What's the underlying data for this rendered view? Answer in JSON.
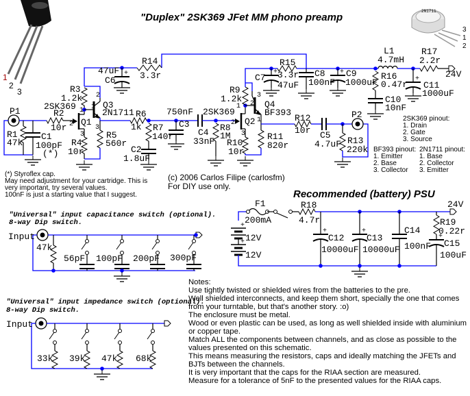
{
  "title": "\"Duplex\" 2SK369 JFet MM phono preamp",
  "wire_color": "#0000ff",
  "parts": {
    "P1": {
      "ref": "P1"
    },
    "P2": {
      "ref": "P2"
    },
    "R1": {
      "ref": "R1",
      "value": "47k"
    },
    "R2": {
      "ref": "R2",
      "value": "10r"
    },
    "R3": {
      "ref": "R3",
      "value": "1.2k"
    },
    "R4": {
      "ref": "R4",
      "value": "10r"
    },
    "R5": {
      "ref": "R5",
      "value": "560r"
    },
    "R6": {
      "ref": "R6",
      "value": "1k"
    },
    "R7": {
      "ref": "R7",
      "value": "140r"
    },
    "R8": {
      "ref": "R8",
      "value": "1M"
    },
    "R9": {
      "ref": "R9",
      "value": "1.2k"
    },
    "R10": {
      "ref": "R10",
      "value": "10r"
    },
    "R11": {
      "ref": "R11",
      "value": "820r"
    },
    "R12": {
      "ref": "R12",
      "value": "10r"
    },
    "R13": {
      "ref": "R13",
      "value": "220k"
    },
    "R14": {
      "ref": "R14",
      "value": "3.3r"
    },
    "R15": {
      "ref": "R15",
      "value": "3.3r"
    },
    "R16": {
      "ref": "R16",
      "value": "0.47r"
    },
    "R17": {
      "ref": "R17",
      "value": "2.2r"
    },
    "R18": {
      "ref": "R18",
      "value": "4.7r"
    },
    "R19": {
      "ref": "R19",
      "value": "0.22r"
    },
    "C1": {
      "ref": "C1",
      "value": "100pF",
      "note": "(*)"
    },
    "C2": {
      "ref": "C2",
      "value": "1.8uF"
    },
    "C3": {
      "ref": "C3",
      "value": "750nF"
    },
    "C4": {
      "ref": "C4",
      "value": "33nF"
    },
    "C5": {
      "ref": "C5",
      "value": "4.7uF"
    },
    "C6": {
      "ref": "C6",
      "value": "47uF"
    },
    "C7": {
      "ref": "C7",
      "value": "47uF"
    },
    "C8": {
      "ref": "C8",
      "value": "100nF"
    },
    "C9": {
      "ref": "C9",
      "value": "1000uF"
    },
    "C10": {
      "ref": "C10",
      "value": "10nF"
    },
    "C11": {
      "ref": "C11",
      "value": "1000uF"
    },
    "C12": {
      "ref": "C12",
      "value": "10000uF"
    },
    "C13": {
      "ref": "C13",
      "value": "10000uF"
    },
    "C14": {
      "ref": "C14",
      "value": "100nF"
    },
    "C15": {
      "ref": "C15",
      "value": "100uF"
    },
    "L1": {
      "ref": "L1",
      "value": "4.7mH"
    },
    "F1": {
      "ref": "F1",
      "value": "200mA"
    },
    "Q1": {
      "ref": "Q1",
      "type": "2SK369"
    },
    "Q2": {
      "ref": "Q2",
      "type": "2SK369"
    },
    "Q3": {
      "ref": "Q3",
      "type": "2N1711"
    },
    "Q4": {
      "ref": "Q4",
      "type": "BF393"
    },
    "B1": {
      "value": "12V"
    },
    "B2": {
      "value": "12V"
    }
  },
  "pins": {
    "p1": "1",
    "p2": "2",
    "p3": "3",
    "plus": "+"
  },
  "supply_label": "24V",
  "can_marking": "2N1711",
  "pinouts": {
    "jfet": {
      "title": "2SK369 pinout:",
      "lines": [
        "1. Drain",
        "2. Gate",
        "3. Source"
      ]
    },
    "bf393": {
      "title": "BF393 pinout:",
      "lines": [
        "1. Emitter",
        "2. Base",
        "3. Collector"
      ]
    },
    "n1711": {
      "title": "2N1711 pinout:",
      "lines": [
        "1. Base",
        "2. Collector",
        "3. Emitter"
      ]
    }
  },
  "footnote": [
    "(*) Styroflex cap.",
    "May need adjustment for your cartridge. This is",
    "very important, try several values.",
    "100nF is just a starting value that I suggest."
  ],
  "copyright": [
    "(c) 2006 Carlos Filipe (carlosfm)",
    "For DIY use only."
  ],
  "psu": {
    "title": "Recommended (battery) PSU"
  },
  "cap_switch": {
    "caption": [
      "\"Universal\" input capacitance switch (optional).",
      "8-way Dip switch."
    ],
    "input_label": "Input",
    "resistor": "47k",
    "values": [
      "56pF",
      "100pF",
      "200pF",
      "300pF"
    ]
  },
  "imp_switch": {
    "caption": [
      "\"Universal\" input impedance switch (optional).",
      "8-way Dip switch."
    ],
    "input_label": "Input",
    "values": [
      "33k",
      "39k",
      "47k",
      "68k"
    ]
  },
  "notes": [
    "Notes:",
    "Use tightly twisted or shielded wires from the batteries to the pre.",
    "Well shielded interconnects, and keep them short, specially the one that comes",
    "from your turntable, but that's another story. :o)",
    "The enclosure must be metal.",
    "Wood or even plastic can be used, as long as well shielded inside with aluminium",
    "or copper tape.",
    "Match ALL the components between channels, and as close as possible to the",
    "values presented on this schematic.",
    "This means measuring the resistors, caps and ideally matching the JFETs and",
    "BJTs between the channels.",
    "It is very important that the caps for the RIAA section are measured.",
    "Measure for a tolerance of 5nF to the presented values for the RIAA caps."
  ]
}
